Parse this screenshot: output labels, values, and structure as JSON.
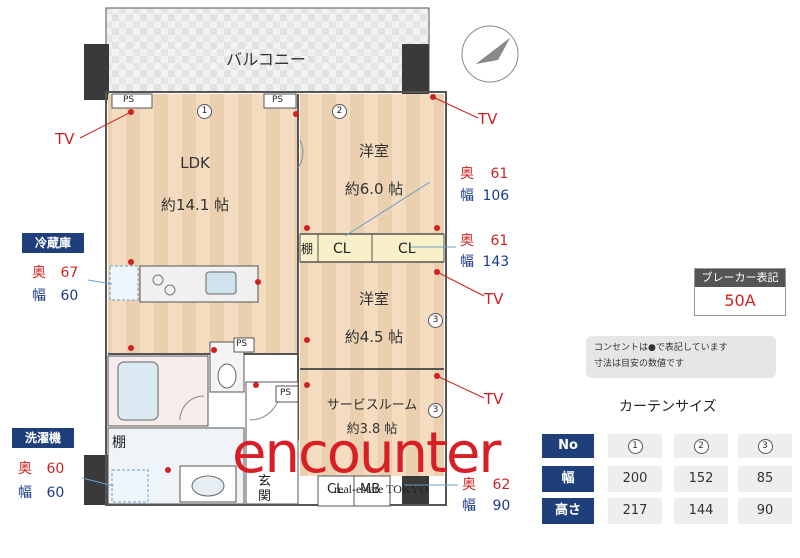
{
  "floorplan": {
    "balcony_label": "バルコニー",
    "ps_labels": [
      "PS",
      "PS",
      "PS",
      "PS"
    ],
    "rooms": {
      "ldk": {
        "name": "LDK",
        "size": "約14.1 帖"
      },
      "western1": {
        "name": "洋室",
        "size": "約6.0 帖"
      },
      "western2": {
        "name": "洋室",
        "size": "約4.5 帖"
      },
      "service": {
        "name": "サービスルーム",
        "size": "約3.8 帖"
      }
    },
    "storage": {
      "shelf1": "棚",
      "shelf2": "棚",
      "cl1": "CL",
      "cl2": "CL",
      "cl3": "CL",
      "mb": "MB",
      "entrance": "玄関"
    },
    "window_numbers": [
      "1",
      "2",
      "3",
      "3"
    ],
    "tv_label": "TV",
    "measurements": [
      {
        "depth_label": "奥",
        "depth_value": "61",
        "width_label": "幅",
        "width_value": "106"
      },
      {
        "depth_label": "奥",
        "depth_value": "61",
        "width_label": "幅",
        "width_value": "143"
      },
      {
        "depth_label": "奥",
        "depth_value": "62",
        "width_label": "幅",
        "width_value": "90"
      }
    ],
    "fridge": {
      "tag": "冷蔵庫",
      "depth_label": "奥",
      "depth_value": "67",
      "width_label": "幅",
      "width_value": "60"
    },
    "washer": {
      "tag": "洗濯機",
      "depth_label": "奥",
      "depth_value": "60",
      "width_label": "幅",
      "width_value": "60"
    }
  },
  "breaker": {
    "title": "ブレーカー表記",
    "value": "50A"
  },
  "note": {
    "line1": "コンセントは●で表記しています",
    "line2": "寸法は目安の数値です"
  },
  "curtain": {
    "title": "カーテンサイズ",
    "headers": [
      "No",
      "1",
      "2",
      "3"
    ],
    "rows": [
      {
        "label": "幅",
        "values": [
          "200",
          "152",
          "85"
        ]
      },
      {
        "label": "高さ",
        "values": [
          "217",
          "144",
          "90"
        ]
      }
    ]
  },
  "watermark": {
    "logo": "encounter",
    "sub": "real-estate TOKYO"
  },
  "colors": {
    "outlet": "#cc2222",
    "tag_bg": "#1f3f7a",
    "wood_a": "#f3dcc0",
    "wood_b": "#e9c9a3"
  }
}
